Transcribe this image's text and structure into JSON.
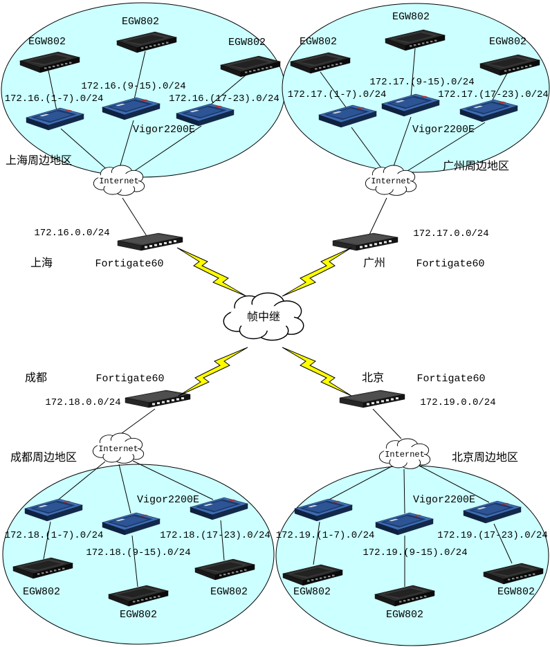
{
  "colors": {
    "region_fill": "#ccffff",
    "lightning": "#ffff00",
    "cloud_fill": "#ffffff",
    "line": "#000000"
  },
  "frame_relay_label": "帧中继",
  "regions": [
    {
      "name": "shanghai",
      "area_label": "上海周边地区",
      "city_label": "上海",
      "firewall_label": "Fortigate60",
      "wan_subnet": "172.16.0.0/24",
      "internet_label": "Internet",
      "router_label": "Vigor2200E",
      "switch_labels": [
        "EGW802",
        "EGW802",
        "EGW802"
      ],
      "subnets": [
        "172.16.(1-7).0/24",
        "172.16.(9-15).0/24",
        "172.16.(17-23).0/24"
      ]
    },
    {
      "name": "guangzhou",
      "area_label": "广州周边地区",
      "city_label": "广州",
      "firewall_label": "Fortigate60",
      "wan_subnet": "172.17.0.0/24",
      "internet_label": "Internet",
      "router_label": "Vigor2200E",
      "switch_labels": [
        "EGW802",
        "EGW802",
        "EGW802"
      ],
      "subnets": [
        "172.17.(1-7).0/24",
        "172.17.(9-15).0/24",
        "172.17.(17-23).0/24"
      ]
    },
    {
      "name": "chengdu",
      "area_label": "成都周边地区",
      "city_label": "成都",
      "firewall_label": "Fortigate60",
      "wan_subnet": "172.18.0.0/24",
      "internet_label": "Internet",
      "router_label": "Vigor2200E",
      "switch_labels": [
        "EGW802",
        "EGW802",
        "EGW802"
      ],
      "subnets": [
        "172.18.(1-7).0/24",
        "172.18.(9-15).0/24",
        "172.18.(17-23).0/24"
      ]
    },
    {
      "name": "beijing",
      "area_label": "北京周边地区",
      "city_label": "北京",
      "firewall_label": "Fortigate60",
      "wan_subnet": "172.19.0.0/24",
      "internet_label": "Internet",
      "router_label": "Vigor2200E",
      "switch_labels": [
        "EGW802",
        "EGW802",
        "EGW802"
      ],
      "subnets": [
        "172.19.(1-7).0/24",
        "172.19.(9-15).0/24",
        "172.19.(17-23).0/24"
      ]
    }
  ]
}
